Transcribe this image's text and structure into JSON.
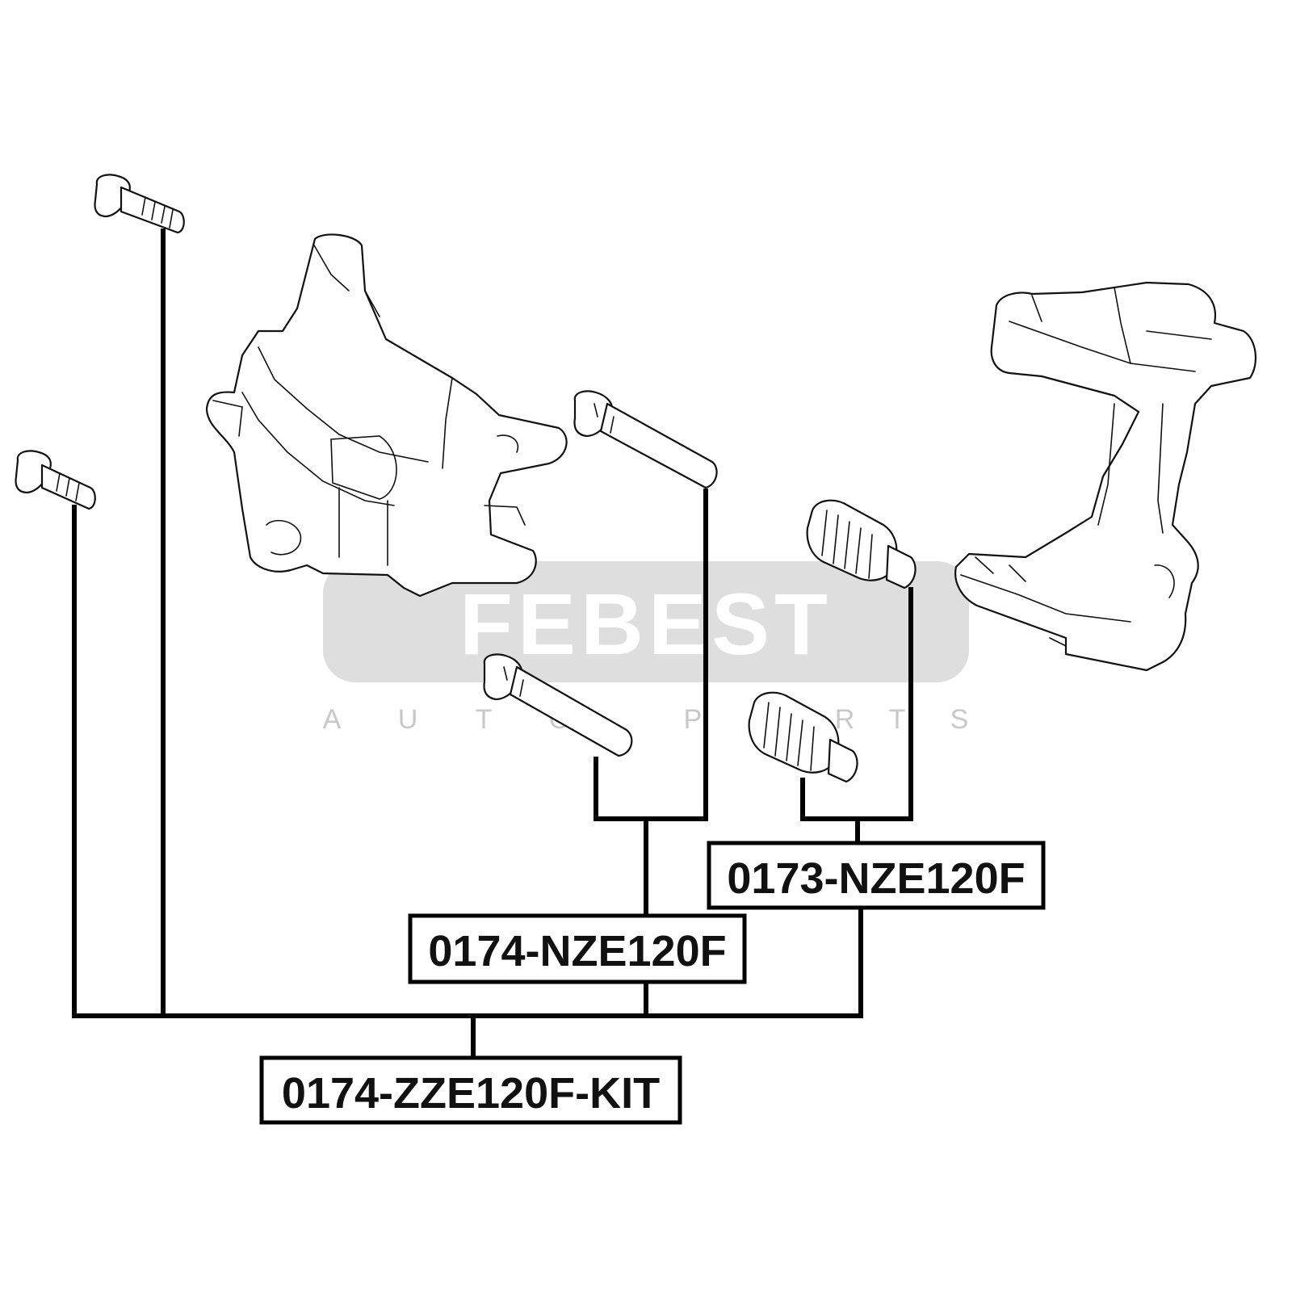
{
  "watermark": {
    "brand": "FEBEST",
    "sub_letters": [
      "A",
      "U",
      "T",
      "O",
      "P",
      "A",
      "R",
      "T",
      "S"
    ]
  },
  "labels": {
    "kit": "0174-ZZE120F-KIT",
    "bolt_pair": "0174-NZE120F",
    "boot_pair": "0173-NZE120F"
  },
  "parts": [
    {
      "id": "mounting-bolt-upper",
      "kind": "bolt"
    },
    {
      "id": "mounting-bolt-lower",
      "kind": "bolt"
    },
    {
      "id": "caliper-body",
      "kind": "caliper"
    },
    {
      "id": "caliper-bracket",
      "kind": "bracket"
    },
    {
      "id": "guide-pin-upper",
      "kind": "guide-pin"
    },
    {
      "id": "guide-pin-lower",
      "kind": "guide-pin"
    },
    {
      "id": "pin-boot-upper",
      "kind": "boot"
    },
    {
      "id": "pin-boot-lower",
      "kind": "boot"
    }
  ]
}
